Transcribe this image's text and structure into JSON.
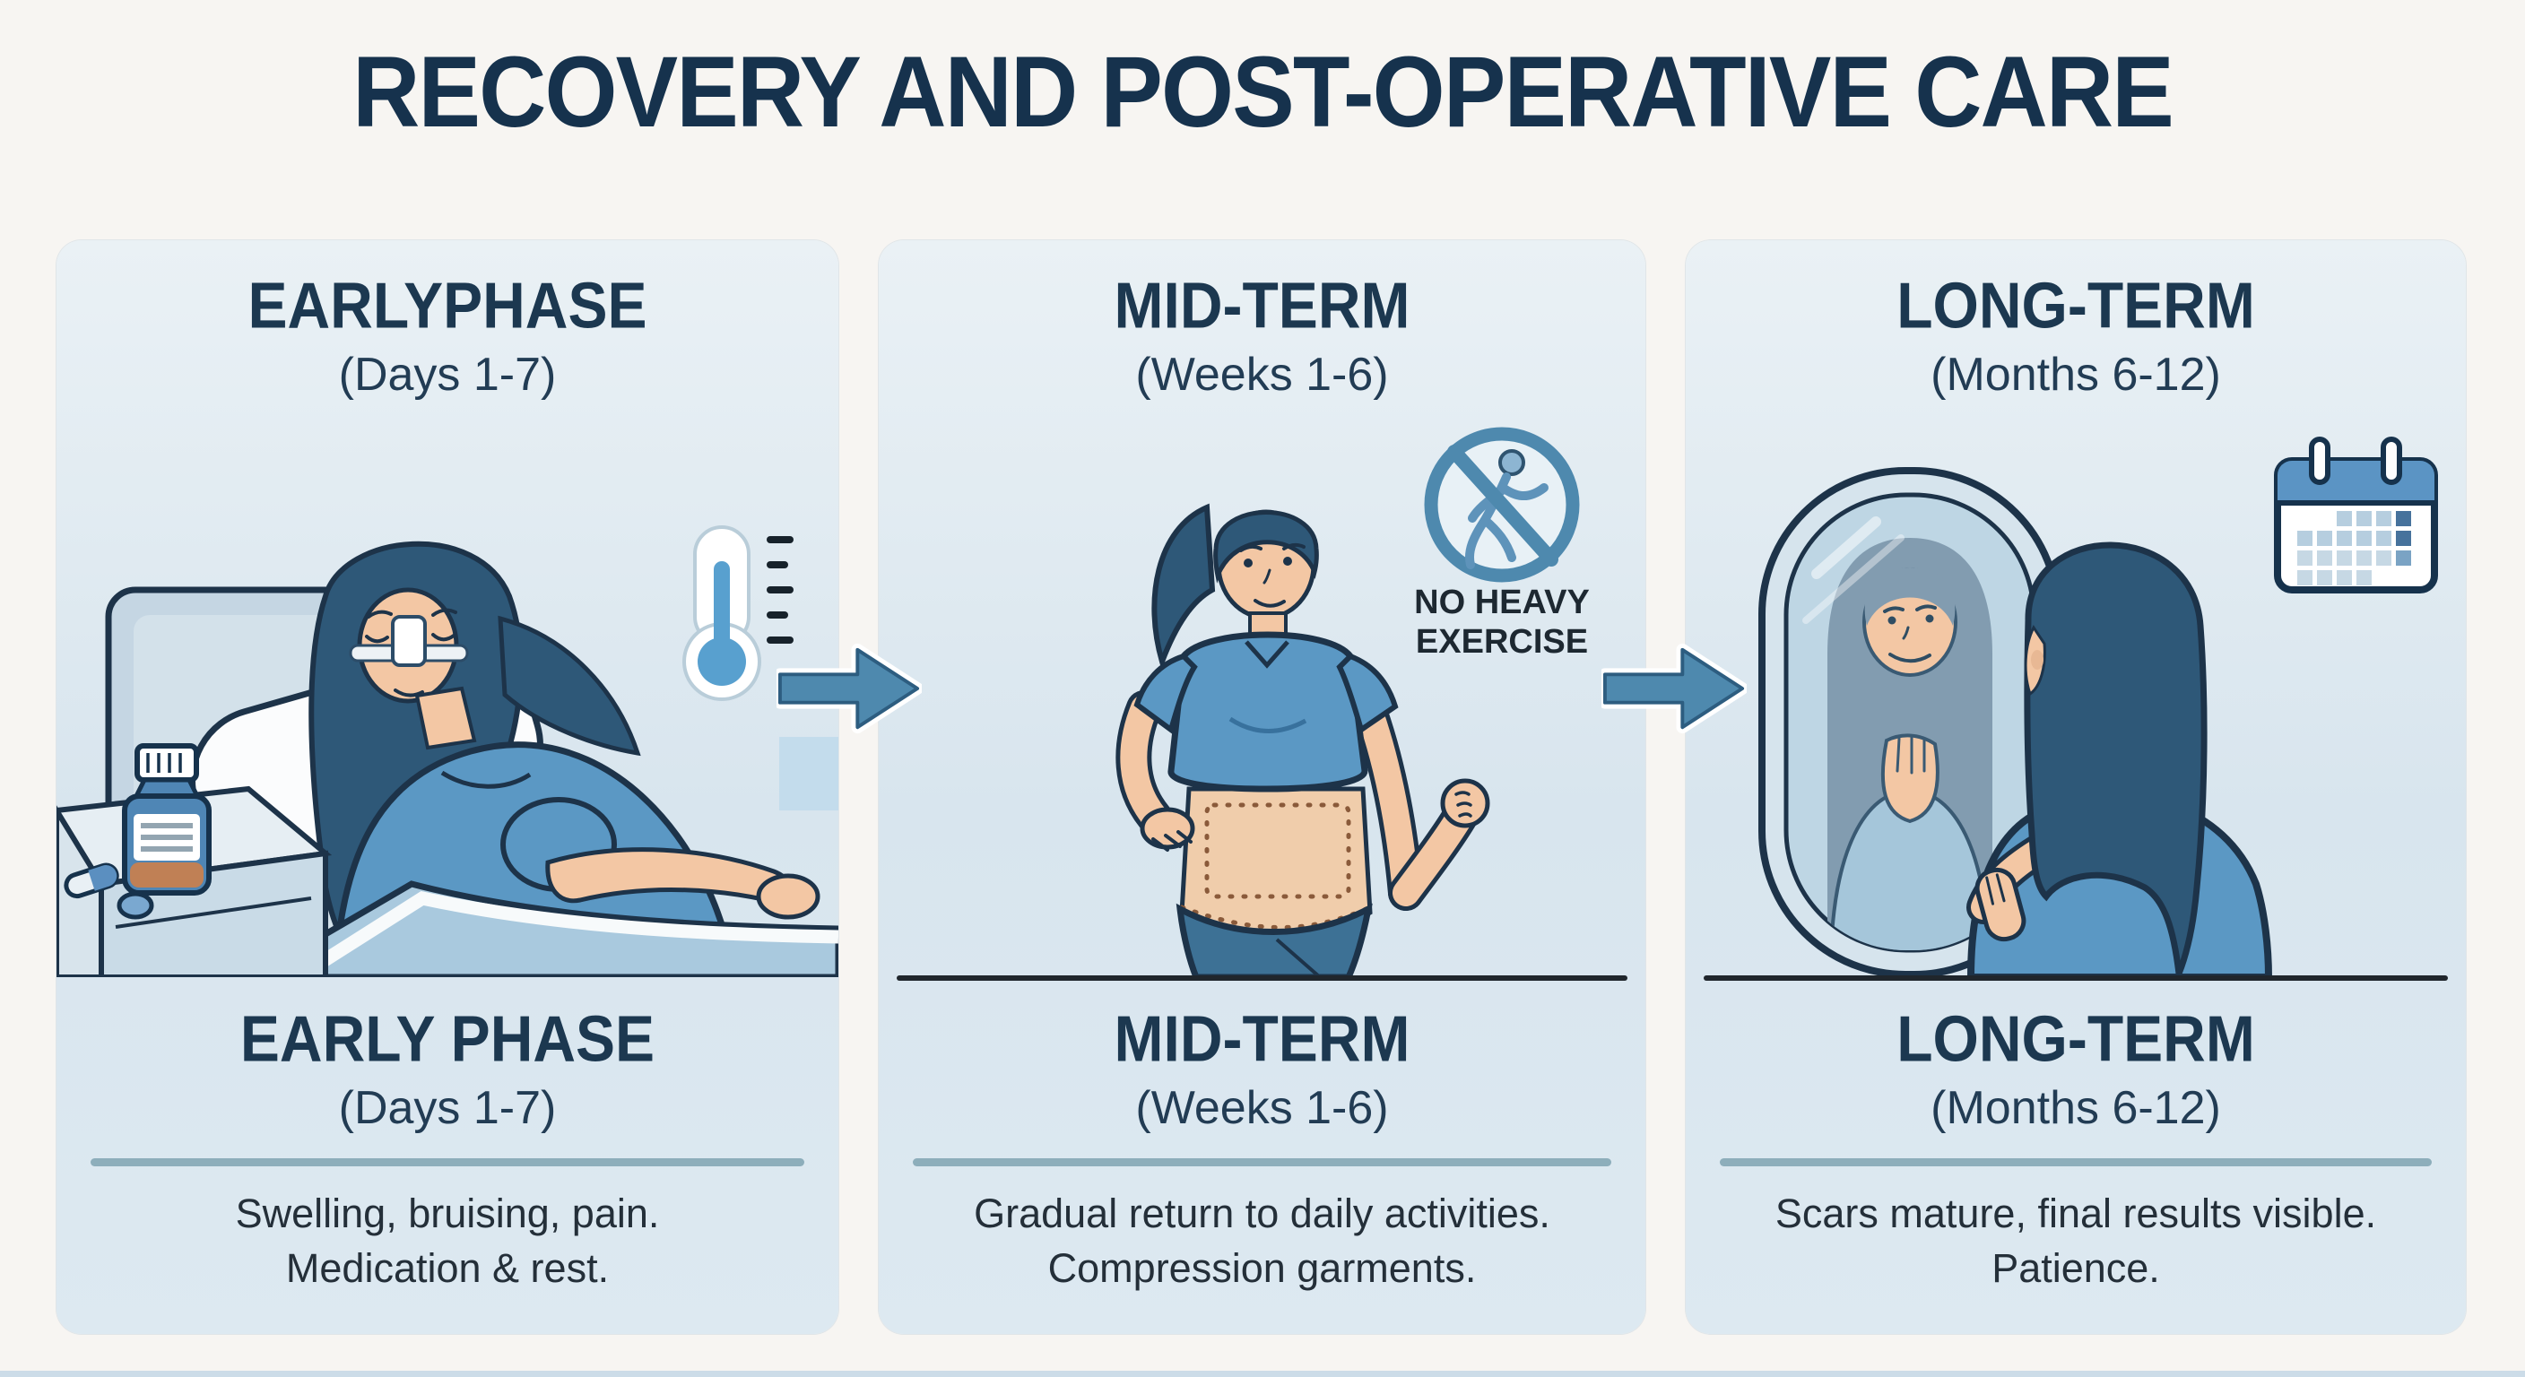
{
  "title": "RECOVERY AND POST-OPERATIVE CARE",
  "panels": [
    {
      "name": "Early Phase",
      "top": {
        "phase": "EARLYPHASE",
        "range": "(Days 1-7)"
      },
      "bottom": {
        "phase": "EARLY PHASE",
        "range": "(Days 1-7)"
      },
      "description": [
        "Swelling, bruising, pain.",
        "Medication & rest."
      ],
      "icons": [
        "patient-in-bed",
        "nasal-splint",
        "thermometer",
        "medication-bottle",
        "pills",
        "nightstand"
      ]
    },
    {
      "name": "Mid-Term",
      "top": {
        "phase": "MID-TERM",
        "range": "(Weeks 1-6)"
      },
      "bottom": {
        "phase": "MID-TERM",
        "range": "(Weeks 1-6)"
      },
      "badge": {
        "line1": "NO HEAVY",
        "line2": "EXERCISE"
      },
      "description": [
        "Gradual return to daily activities.",
        "Compression garments."
      ],
      "icons": [
        "woman-with-compression-garment",
        "no-running-sign"
      ]
    },
    {
      "name": "Long-Term",
      "top": {
        "phase": "LONG-TERM",
        "range": "(Months 6-12)"
      },
      "bottom": {
        "phase": "LONG-TERM",
        "range": "(Months 6-12)"
      },
      "description": [
        "Scars mature, final results visible.",
        "Patience."
      ],
      "icons": [
        "woman-looking-in-mirror",
        "mirror",
        "calendar"
      ]
    }
  ],
  "colors": {
    "page-bg": "#f7f5f2",
    "panel-top": "#eaf1f5",
    "panel-mid": "#d8e5ee",
    "panel-bot": "#dde9f1",
    "navy": "#1b3a55",
    "text-dark": "#242f39",
    "arrow-blue": "#4e89ae",
    "divider-teal": "#7fa3b2",
    "line-dark": "#20262c",
    "skin": "#f3c7a4",
    "hair-blue": "#2e5878",
    "shirt-blue": "#5b98c4"
  }
}
